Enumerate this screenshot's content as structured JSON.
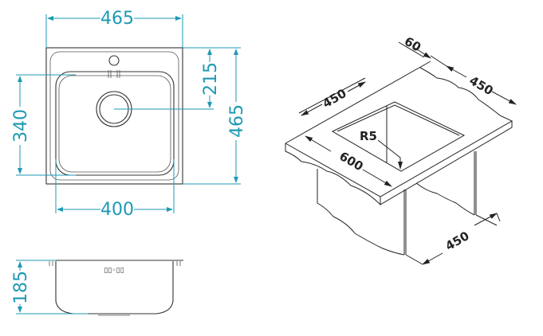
{
  "top_view": {
    "overall_width": "465",
    "overall_depth": "465",
    "bowl_width": "400",
    "bowl_depth": "340",
    "drain_offset": "215"
  },
  "side_view": {
    "bowl_height": "185"
  },
  "cabinet_view": {
    "countertop_depth": "600",
    "cutout_width": "450",
    "cutout_depth": "450",
    "edge_offset": "60",
    "corner_radius": "R5",
    "cabinet_width": "450"
  },
  "colors": {
    "dimension": "#1e9ab4",
    "outline": "#333333"
  }
}
